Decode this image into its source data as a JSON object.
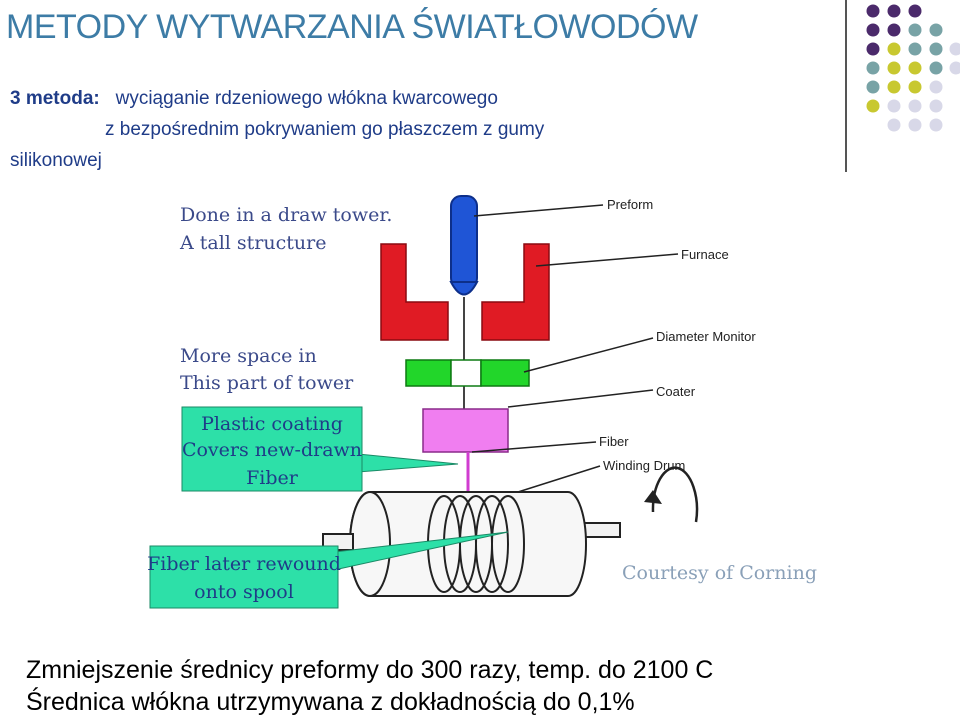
{
  "title": "METODY WYTWARZANIA ŚWIATŁOWODÓW",
  "subtitle": {
    "label": "3 metoda:",
    "line1": "wyciąganie rdzeniowego włókna kwarcowego",
    "line2": "z bezpośrednim  pokrywaniem go płaszczem z gumy",
    "line3": "silikonowej"
  },
  "diagram": {
    "note_top_1": "Done in a draw tower.",
    "note_top_2": "A tall structure",
    "note_mid_1": "More space in",
    "note_mid_2": "This part of tower",
    "callout_coating_1": "Plastic coating",
    "callout_coating_2": "Covers new-drawn",
    "callout_coating_3": "Fiber",
    "callout_spool_1": "Fiber later rewound",
    "callout_spool_2": "onto spool",
    "label_preform": "Preform",
    "label_furnace": "Furnace",
    "label_diameter": "Diameter Monitor",
    "label_coater": "Coater",
    "label_fiber": "Fiber",
    "label_drum": "Winding Drum",
    "credit": "Courtesy of Corning"
  },
  "footer": {
    "line1": "Zmniejszenie średnicy preformy do 300 razy, temp. do 2100 C",
    "line2": "Średnica włókna utrzymywana z dokładnością do 0,1%"
  },
  "colors": {
    "title": "#3d7ca6",
    "furnace": "#e01b24",
    "preform": "#1f55d6",
    "diameter_monitor": "#22d62a",
    "coater": "#f07ef0",
    "callout": "#2de0a8",
    "dot_purple": "#4b2a6b",
    "dot_teal": "#78a3a6",
    "dot_yellow": "#c8c830",
    "dot_lavender": "#d8d8e8"
  }
}
